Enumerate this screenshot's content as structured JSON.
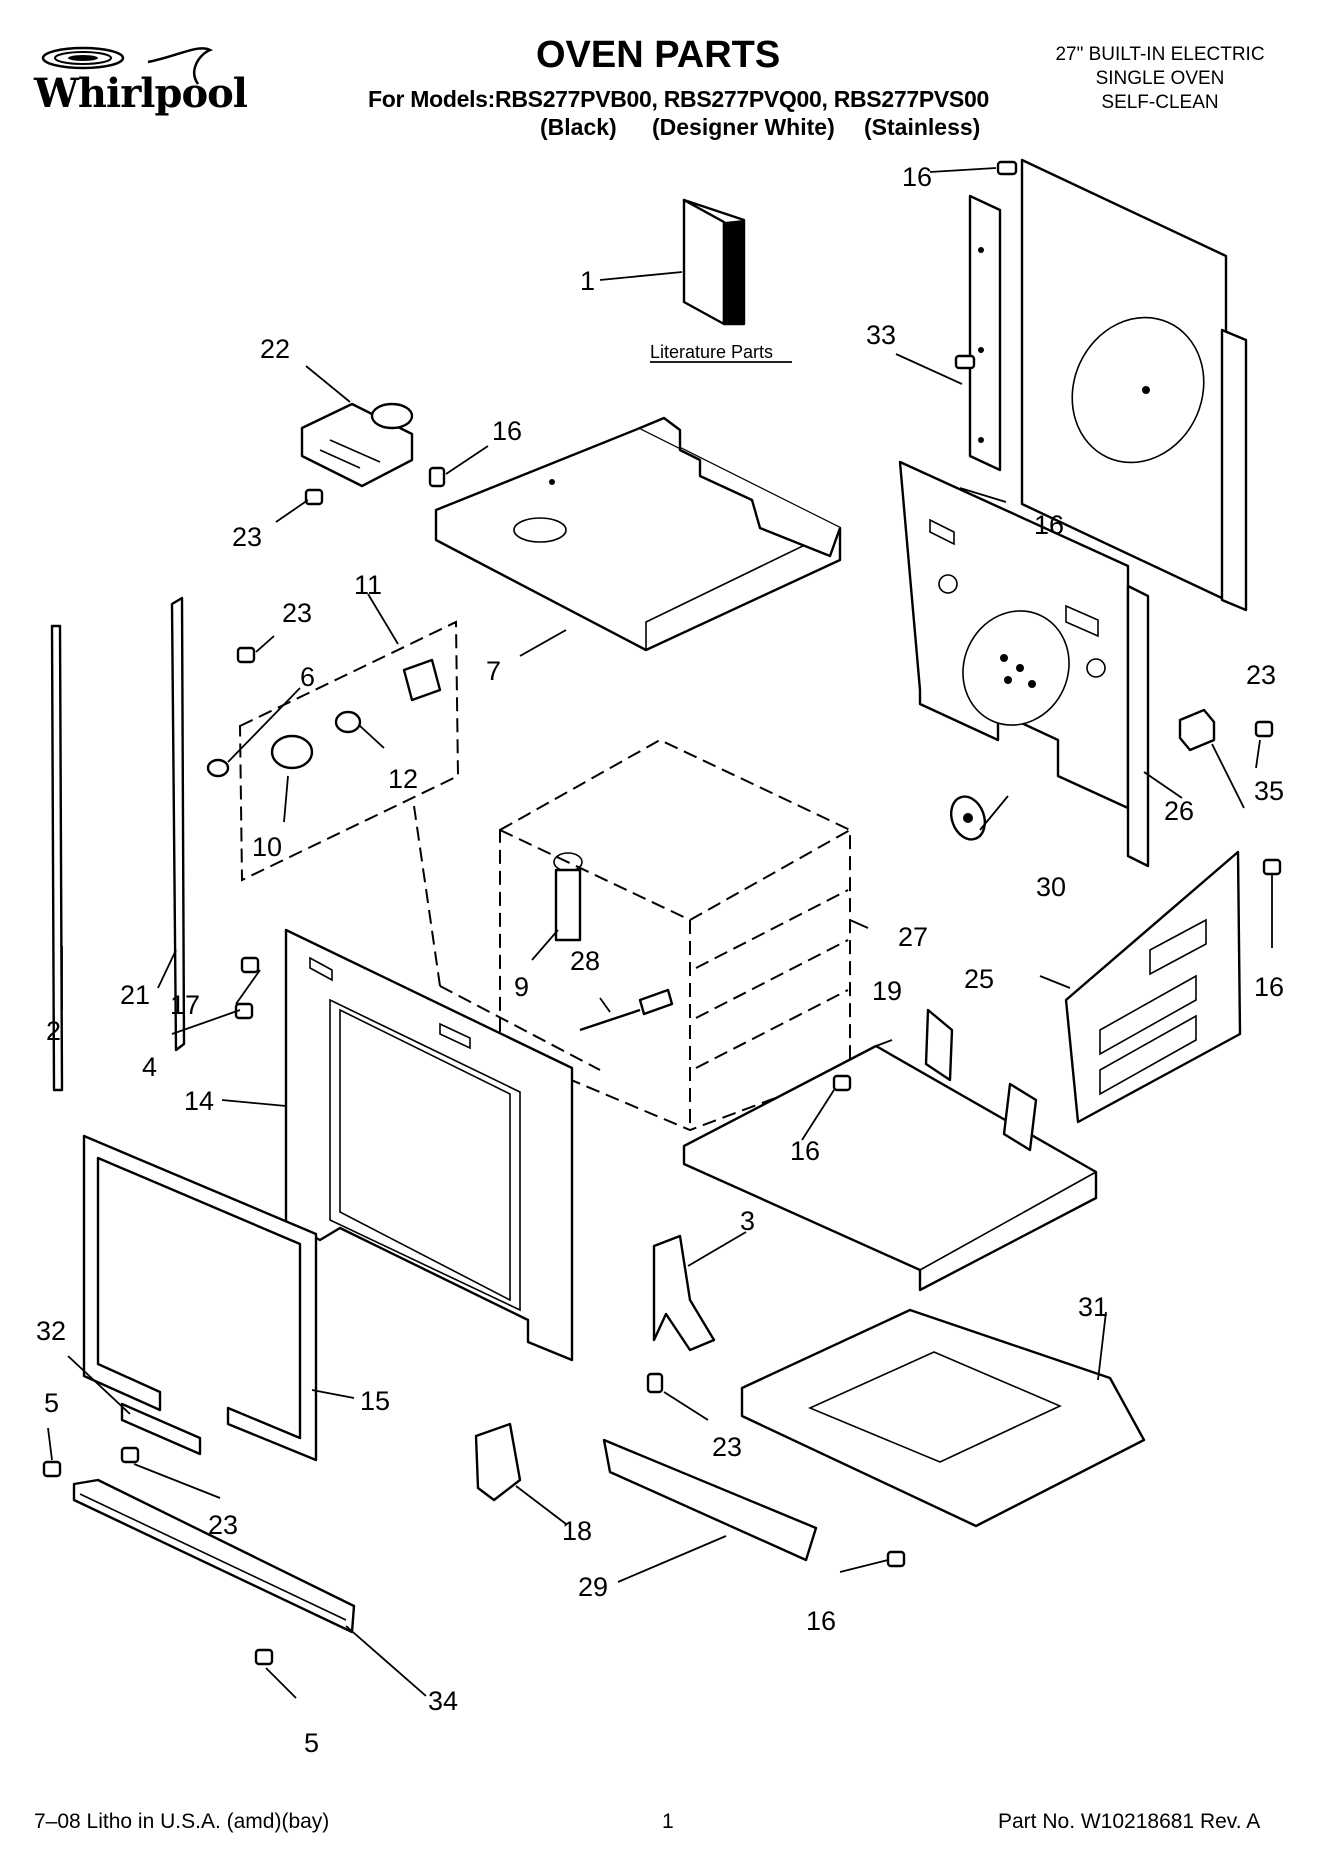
{
  "header": {
    "brand": "Whirlpool",
    "title": "OVEN PARTS",
    "models_line": "For Models:RBS277PVB00, RBS277PVQ00, RBS277PVS00",
    "finish_black": "(Black)",
    "finish_white": "(Designer White)",
    "finish_stainless": "(Stainless)",
    "desc_line1": "27\" BUILT-IN ELECTRIC",
    "desc_line2": "SINGLE OVEN",
    "desc_line3": "SELF-CLEAN"
  },
  "literature_label": "Literature Parts",
  "callouts": {
    "c1": "1",
    "c2": "2",
    "c3": "3",
    "c4": "4",
    "c5a": "5",
    "c5b": "5",
    "c6": "6",
    "c7": "7",
    "c9": "9",
    "c10": "10",
    "c11": "11",
    "c12": "12",
    "c14": "14",
    "c15": "15",
    "c16a": "16",
    "c16b": "16",
    "c16c": "16",
    "c16d": "16",
    "c16e": "16",
    "c16f": "16",
    "c17": "17",
    "c18": "18",
    "c19": "19",
    "c21": "21",
    "c22": "22",
    "c23a": "23",
    "c23b": "23",
    "c23c": "23",
    "c23d": "23",
    "c23e": "23",
    "c25": "25",
    "c26": "26",
    "c27": "27",
    "c28": "28",
    "c29": "29",
    "c30": "30",
    "c31": "31",
    "c32": "32",
    "c33": "33",
    "c34": "34",
    "c35": "35"
  },
  "footer": {
    "litho": "7–08 Litho in U.S.A. (amd)(bay)",
    "page": "1",
    "part_no": "Part No. W10218681 Rev. A"
  }
}
